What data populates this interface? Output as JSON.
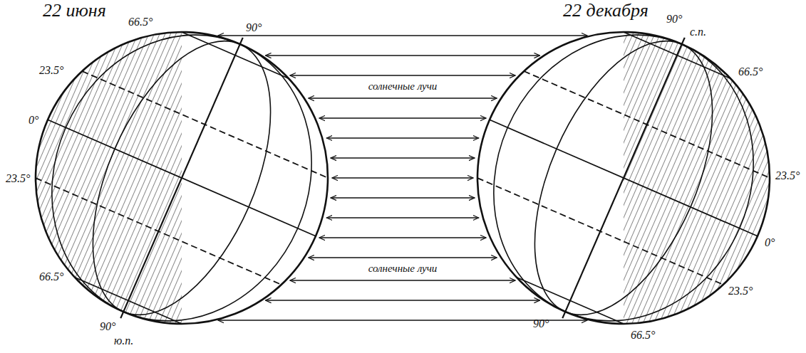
{
  "diagram": {
    "labels": [
      "22 июня",
      "22 декабря",
      "солнечные лучи",
      "солнечные лучи",
      "90°",
      "66.5°",
      "23.5°",
      "0°",
      "23.5°",
      "66.5°",
      "90°",
      "ю.п.",
      "90°",
      "с.п.",
      "66.5°",
      "23.5°",
      "0°",
      "23.5°",
      "66.5°",
      "90°"
    ]
  }
}
